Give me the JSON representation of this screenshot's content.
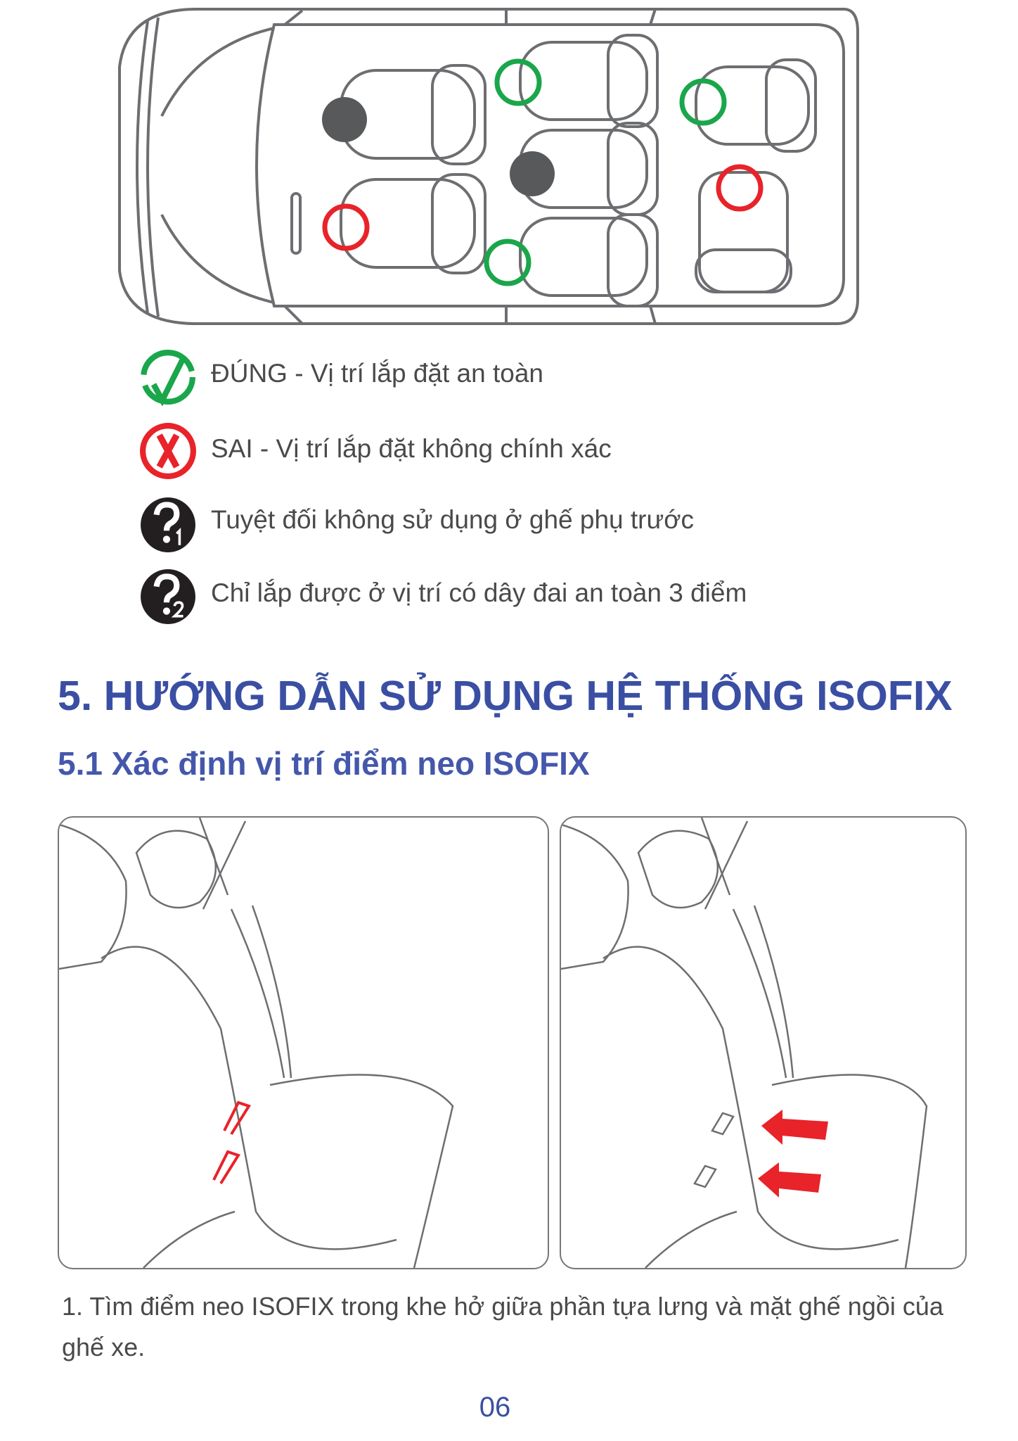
{
  "legend": [
    {
      "icon": "check-circle-icon",
      "text": "ĐÚNG - Vị trí lắp đặt an toàn",
      "color": "#1aa64a"
    },
    {
      "icon": "x-circle-icon",
      "text": "SAI - Vị trí lắp đặt không chính xác",
      "color": "#e8232a"
    },
    {
      "icon": "question-1-icon",
      "text": "Tuyệt đối không sử dụng ở ghế phụ trước",
      "color": "#231f20"
    },
    {
      "icon": "question-2-icon",
      "text": "Chỉ lắp được ở vị trí có dây đai an toàn 3 điểm",
      "color": "#231f20"
    }
  ],
  "heading": "5. HƯỚNG DẪN SỬ DỤNG HỆ THỐNG ISOFIX",
  "subheading": "5.1 Xác định vị trí điểm neo ISOFIX",
  "instruction": "1. Tìm điểm neo ISOFIX trong khe hở giữa phần tựa lưng và mặt ghế ngồi của ghế xe.",
  "page_number": "06",
  "colors": {
    "accent": "#3a4fa3",
    "text": "#4a4a4a",
    "highlight": "#e8232a"
  }
}
